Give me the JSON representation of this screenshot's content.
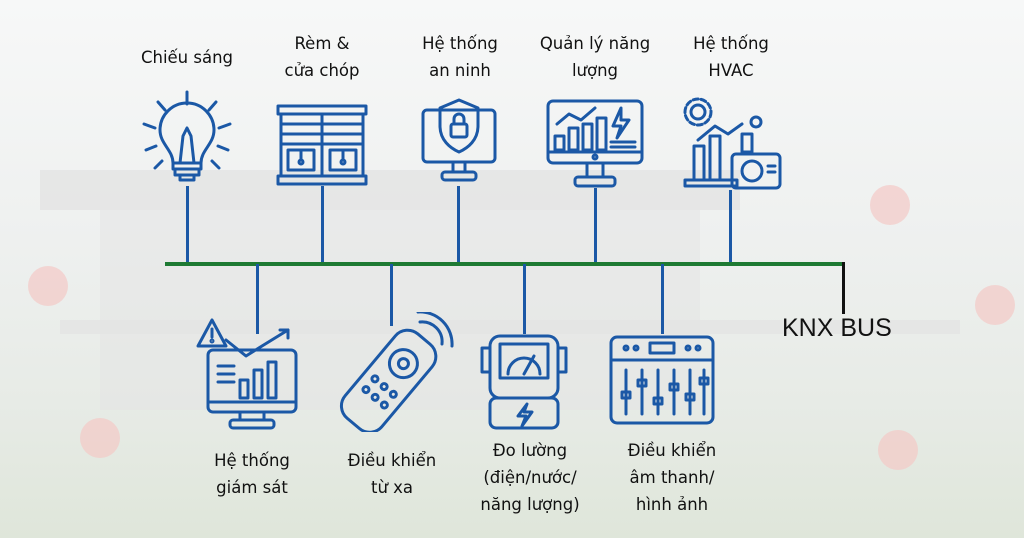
{
  "colors": {
    "icon": "#1b58a6",
    "bus": "#1e7a33"
  },
  "top_devices": [
    {
      "label_lines": [
        "Chiếu sáng"
      ],
      "icon": "light-bulb-icon"
    },
    {
      "label_lines": [
        "Rèm &",
        "cửa chóp"
      ],
      "icon": "blinds-icon"
    },
    {
      "label_lines": [
        "Hệ thống",
        "an ninh"
      ],
      "icon": "security-monitor-icon"
    },
    {
      "label_lines": [
        "Quản lý năng",
        "lượng"
      ],
      "icon": "energy-dashboard-icon"
    },
    {
      "label_lines": [
        "Hệ thống",
        "HVAC"
      ],
      "icon": "hvac-icon"
    }
  ],
  "bottom_devices": [
    {
      "label_lines": [
        "Hệ thống",
        "giám sát"
      ],
      "icon": "monitoring-icon"
    },
    {
      "label_lines": [
        "Điều khiển",
        "từ xa"
      ],
      "icon": "remote-control-icon"
    },
    {
      "label_lines": [
        "Đo lường",
        "(điện/nước/",
        "năng lượng)"
      ],
      "icon": "meter-icon"
    },
    {
      "label_lines": [
        "Điều khiển",
        "âm thanh/",
        "hình ảnh"
      ],
      "icon": "audio-mixer-icon"
    }
  ],
  "bus_label": "KNX BUS"
}
